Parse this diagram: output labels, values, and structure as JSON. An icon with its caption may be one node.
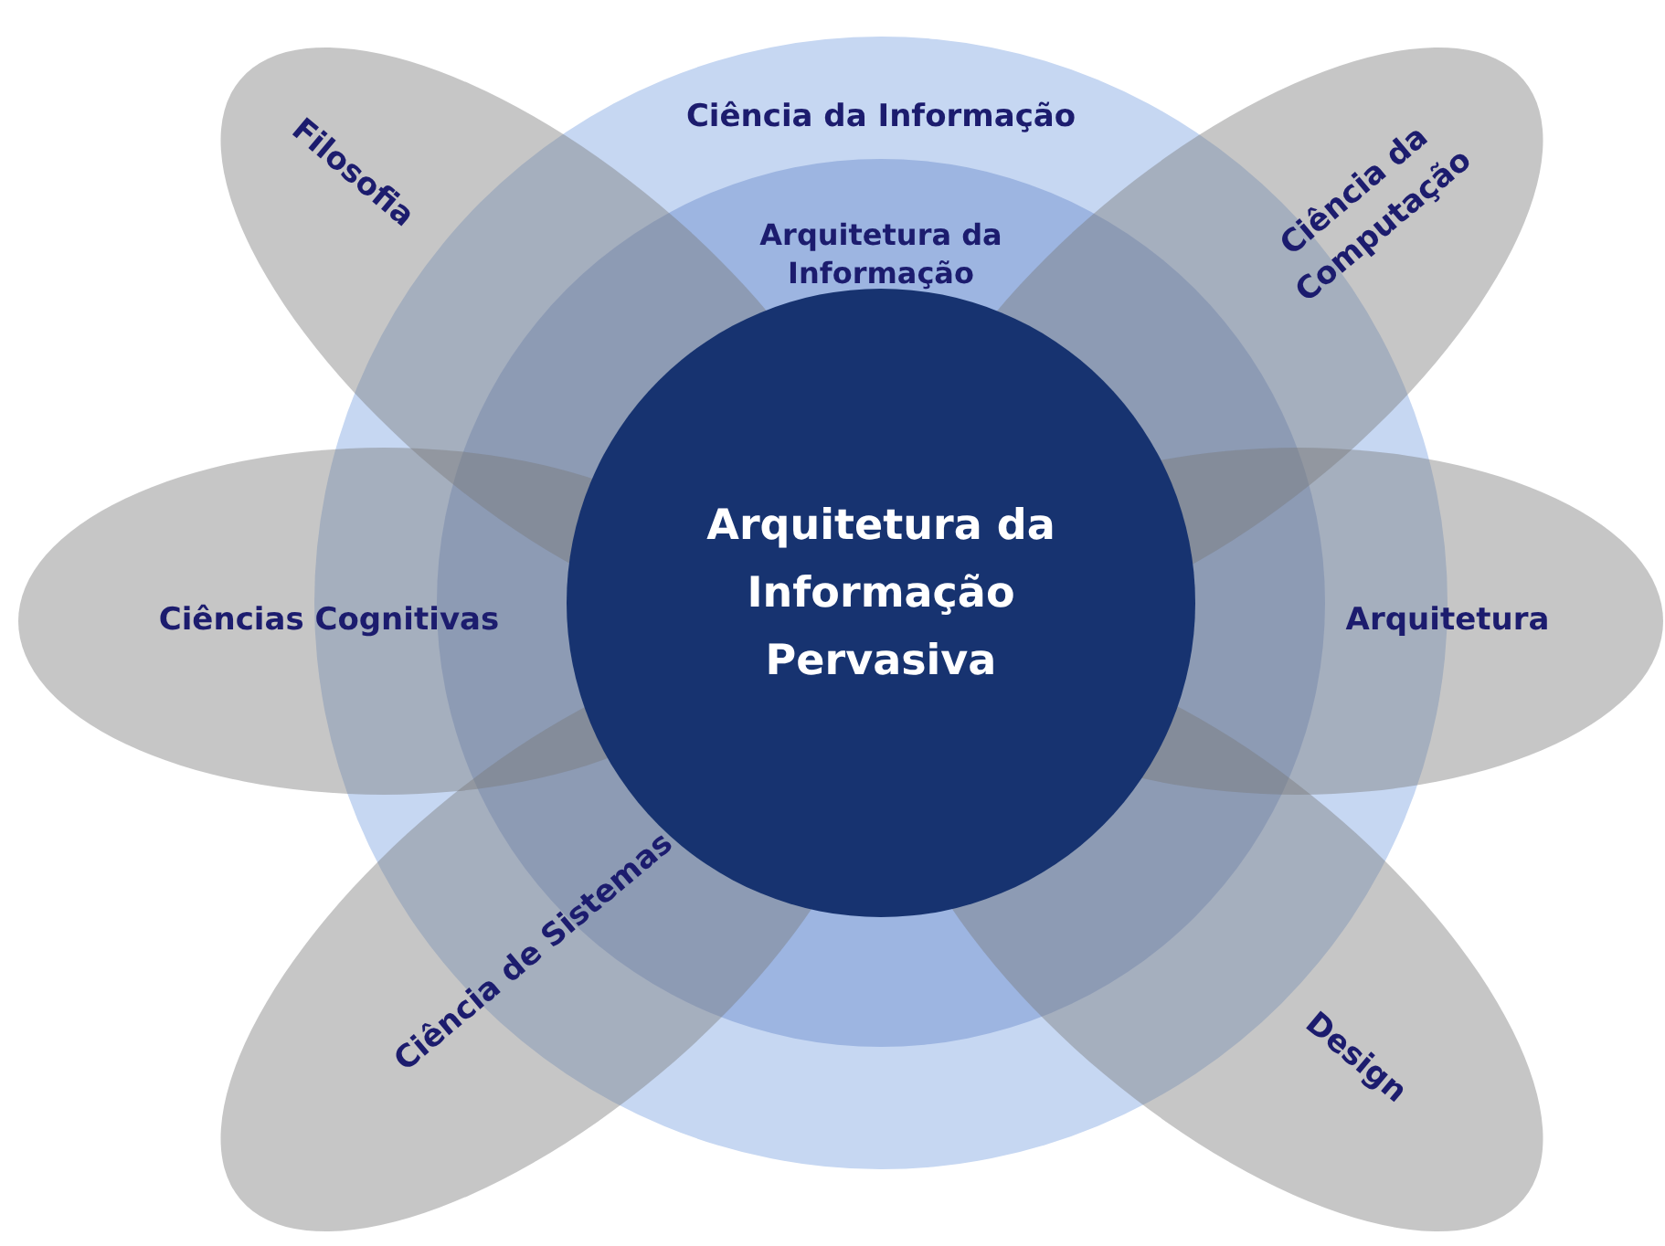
{
  "diagram": {
    "nodes": [
      {
        "text": [
          "Ciência da Informação"
        ]
      },
      {
        "text": [
          "Arquitetura da Informação"
        ],
        "in": 0
      },
      {
        "text": [
          "Arquitetura da Informação Pervasiva"
        ],
        "in": 1
      },
      {
        "text": [
          "Filosofia"
        ]
      },
      {
        "text": [
          "Ciência da Computação"
        ]
      },
      {
        "text": [
          "Ciências Cognitivas"
        ]
      },
      {
        "text": [
          "Arquitetura"
        ]
      },
      {
        "text": [
          "Ciência de Sistemas"
        ]
      },
      {
        "text": [
          "Design"
        ]
      }
    ],
    "edges": []
  }
}
